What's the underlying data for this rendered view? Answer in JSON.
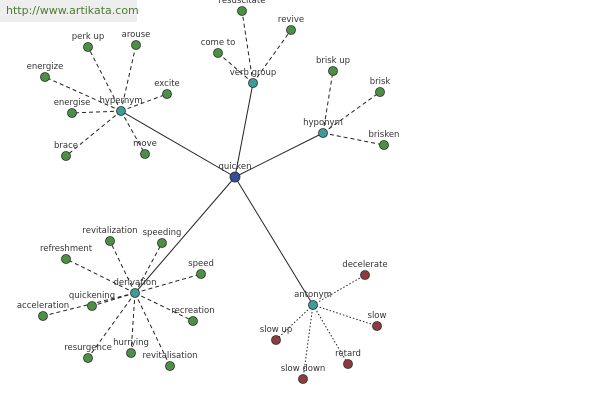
{
  "watermark": "http://www.artikata.com",
  "graph": {
    "center": {
      "id": "quicken",
      "label": "quicken"
    },
    "relations": [
      {
        "id": "hypernym",
        "label": "hypernym",
        "kind": "rel",
        "words": [
          "perk up",
          "arouse",
          "energize",
          "excite",
          "energise",
          "brace",
          "move"
        ]
      },
      {
        "id": "verb-group",
        "label": "verb group",
        "kind": "rel",
        "words": [
          "resuscitate",
          "revive",
          "come to"
        ]
      },
      {
        "id": "hyponym",
        "label": "hyponym",
        "kind": "rel",
        "words": [
          "brisk up",
          "brisk",
          "brisken"
        ]
      },
      {
        "id": "derivation",
        "label": "derivation",
        "kind": "rel",
        "words": [
          "revitalization",
          "speeding",
          "refreshment",
          "speed",
          "quickening",
          "acceleration",
          "recreation",
          "resurgence",
          "hurrying",
          "revitalisation"
        ]
      },
      {
        "id": "antonym",
        "label": "antonym",
        "kind": "ant",
        "words": [
          "decelerate",
          "slow",
          "slow up",
          "retard",
          "slow down"
        ]
      }
    ]
  },
  "colors": {
    "center": "#3a4a9a",
    "relation": "#3f9a9a",
    "word": "#4e8e46",
    "antonym_word": "#8e3a40"
  }
}
